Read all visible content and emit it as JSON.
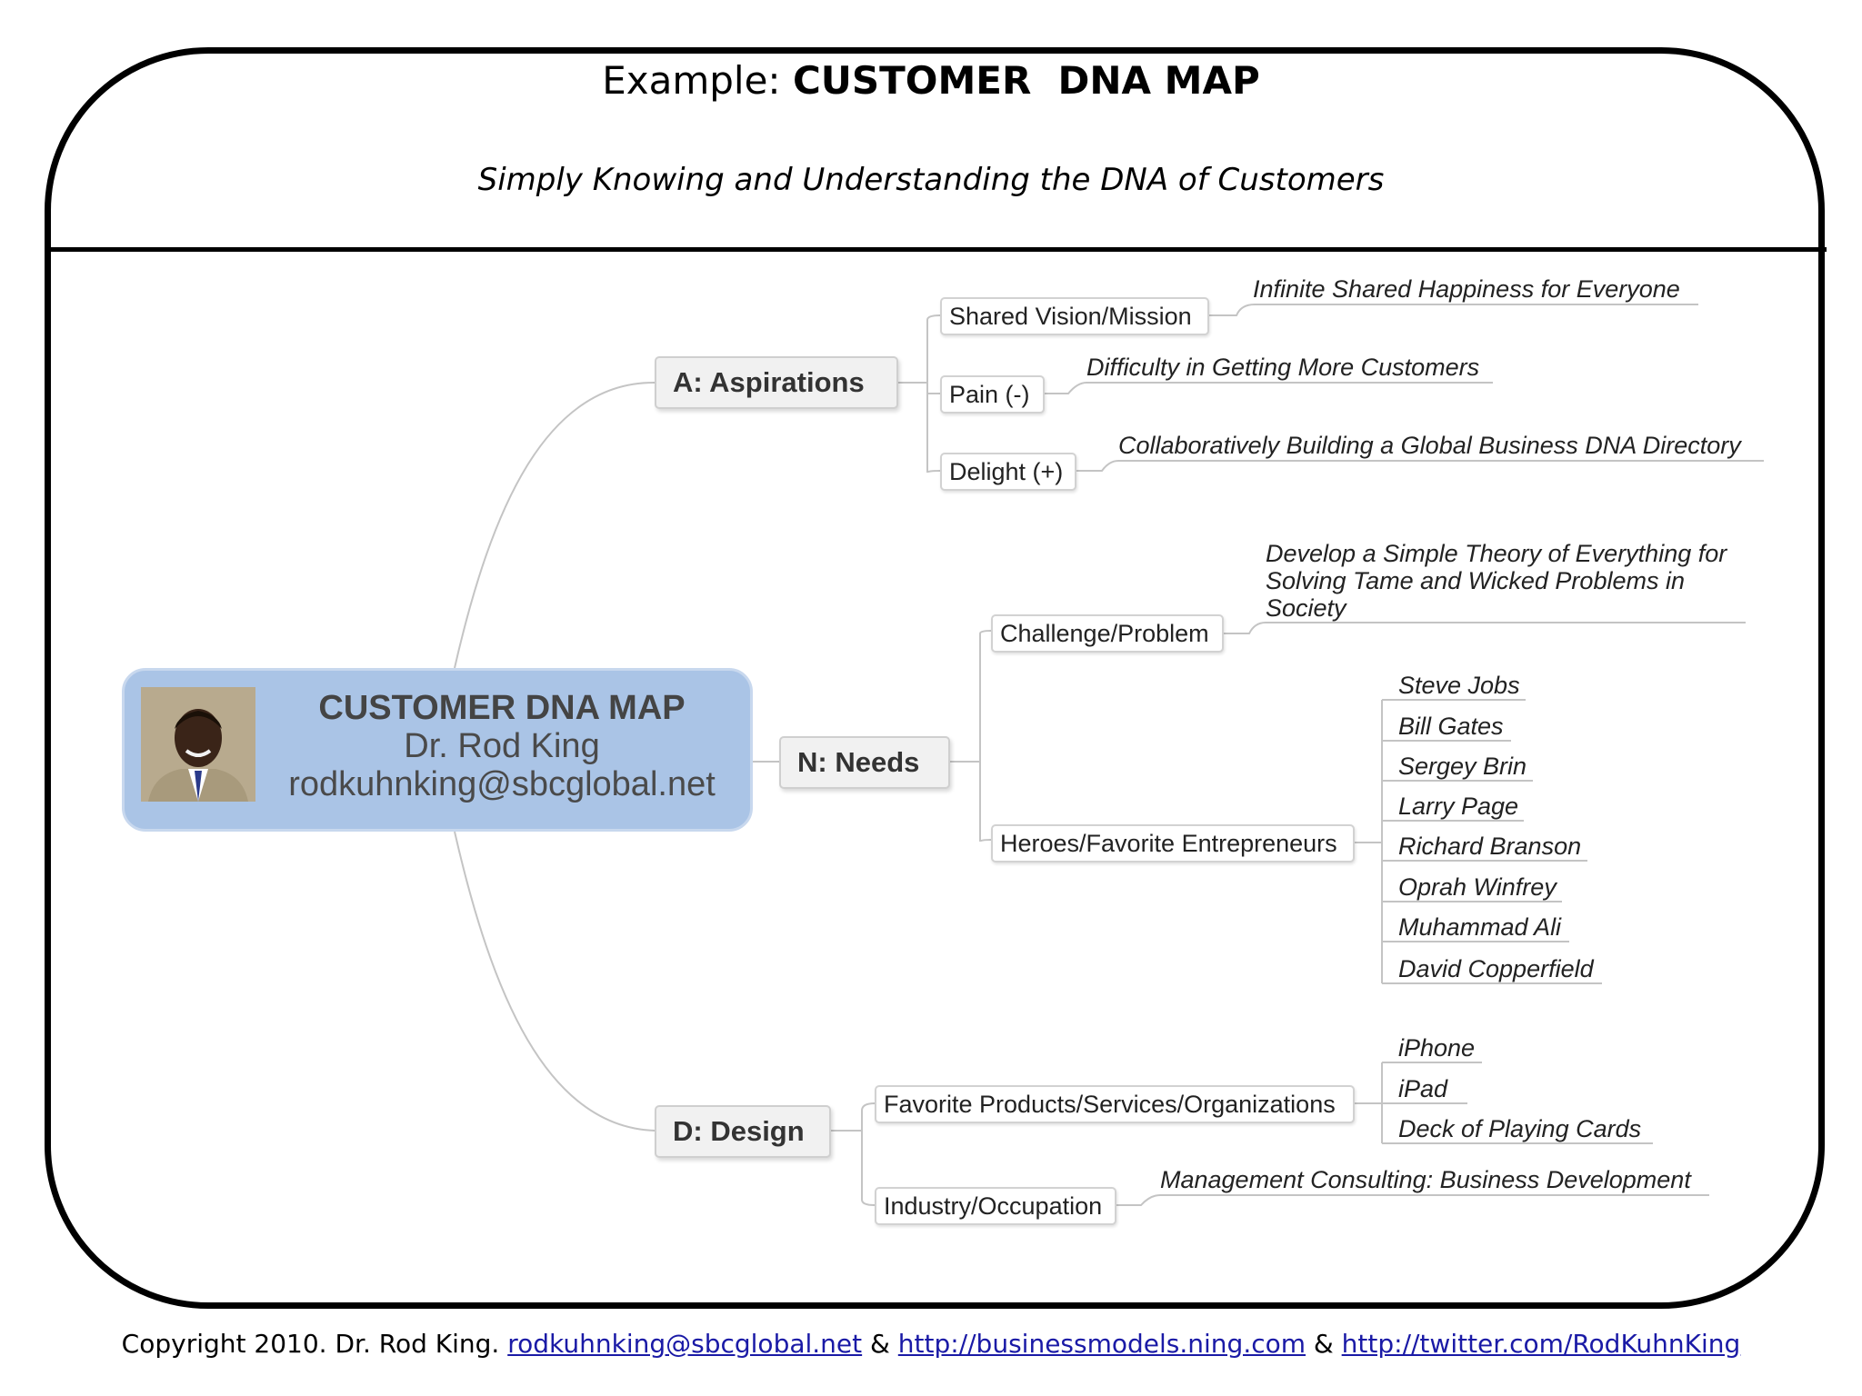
{
  "header": {
    "title_prefix": "Example: ",
    "title_bold": "CUSTOMER  DNA MAP",
    "subtitle": "Simply Knowing and Understanding the DNA of Customers"
  },
  "central": {
    "title": "CUSTOMER DNA MAP",
    "name": "Dr. Rod King",
    "email": "rodkuhnking@sbcglobal.net"
  },
  "branches": {
    "aspirations": {
      "label": "A: Aspirations",
      "shared": {
        "label": "Shared Vision/Mission",
        "detail": "Infinite Shared Happiness for Everyone"
      },
      "pain": {
        "label": "Pain (-)",
        "detail": "Difficulty in Getting More Customers"
      },
      "delight": {
        "label": "Delight (+)",
        "detail": "Collaboratively Building a Global Business DNA Directory"
      }
    },
    "needs": {
      "label": "N: Needs",
      "challenge": {
        "label": "Challenge/Problem",
        "detail": "Develop a Simple Theory of Everything for Solving Tame and Wicked Problems in Society"
      },
      "heroes": {
        "label": "Heroes/Favorite Entrepreneurs",
        "items": [
          "Steve Jobs",
          "Bill Gates",
          "Sergey Brin",
          "Larry Page",
          "Richard Branson",
          "Oprah Winfrey",
          "Muhammad Ali",
          "David Copperfield"
        ]
      }
    },
    "design": {
      "label": "D: Design",
      "favorites": {
        "label": "Favorite Products/Services/Organizations",
        "items": [
          "iPhone",
          "iPad",
          "Deck of Playing Cards"
        ]
      },
      "industry": {
        "label": "Industry/Occupation",
        "detail": "Management Consulting: Business Development"
      }
    }
  },
  "footer": {
    "prefix": "Copyright 2010. Dr. Rod King. ",
    "link1": "rodkuhnking@sbcglobal.net",
    "sep1": " & ",
    "link2": "http://businessmodels.ning.com",
    "sep2": " & ",
    "link3": "http://twitter.com/RodKuhnKing"
  }
}
